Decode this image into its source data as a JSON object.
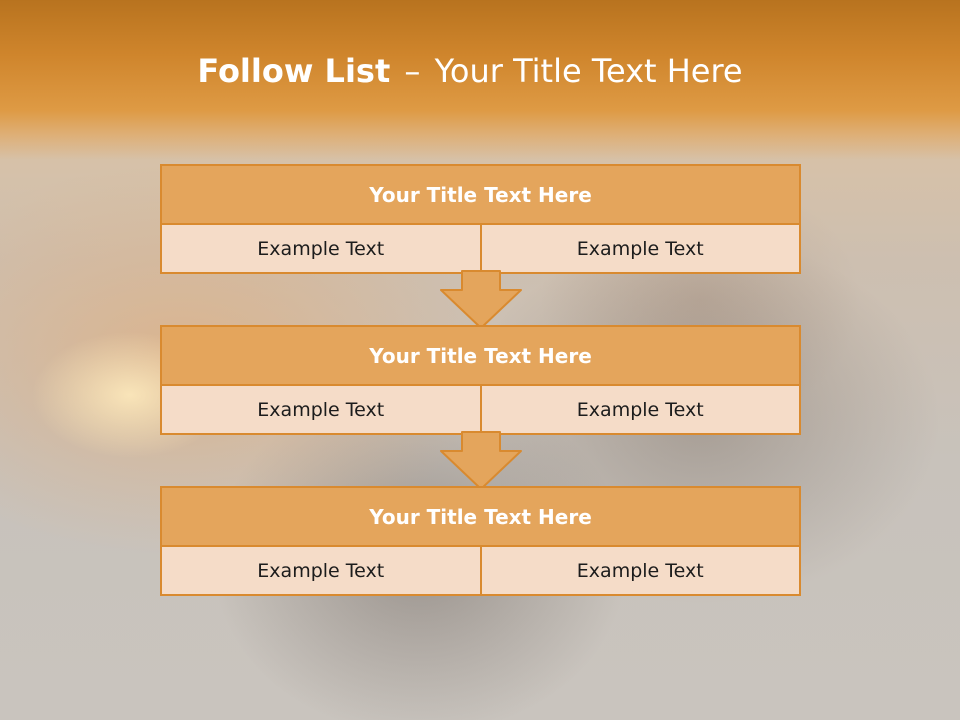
{
  "slide": {
    "title_bold": "Follow List",
    "title_sep": "–",
    "title_rest": "Your Title Text Here"
  },
  "blocks": [
    {
      "title": "Your Title Text Here",
      "cells": [
        "Example Text",
        "Example Text"
      ]
    },
    {
      "title": "Your Title Text Here",
      "cells": [
        "Example Text",
        "Example Text"
      ]
    },
    {
      "title": "Your Title Text Here",
      "cells": [
        "Example Text",
        "Example Text"
      ]
    }
  ],
  "colors": {
    "header_orange": "#cf852c",
    "block_title_fill": "#e4a55c",
    "block_cell_fill": "#f5dcc8",
    "border": "#d98a2f",
    "arrow_fill": "#e4a55c"
  },
  "icons": [
    "down-arrow-icon",
    "down-arrow-icon"
  ]
}
